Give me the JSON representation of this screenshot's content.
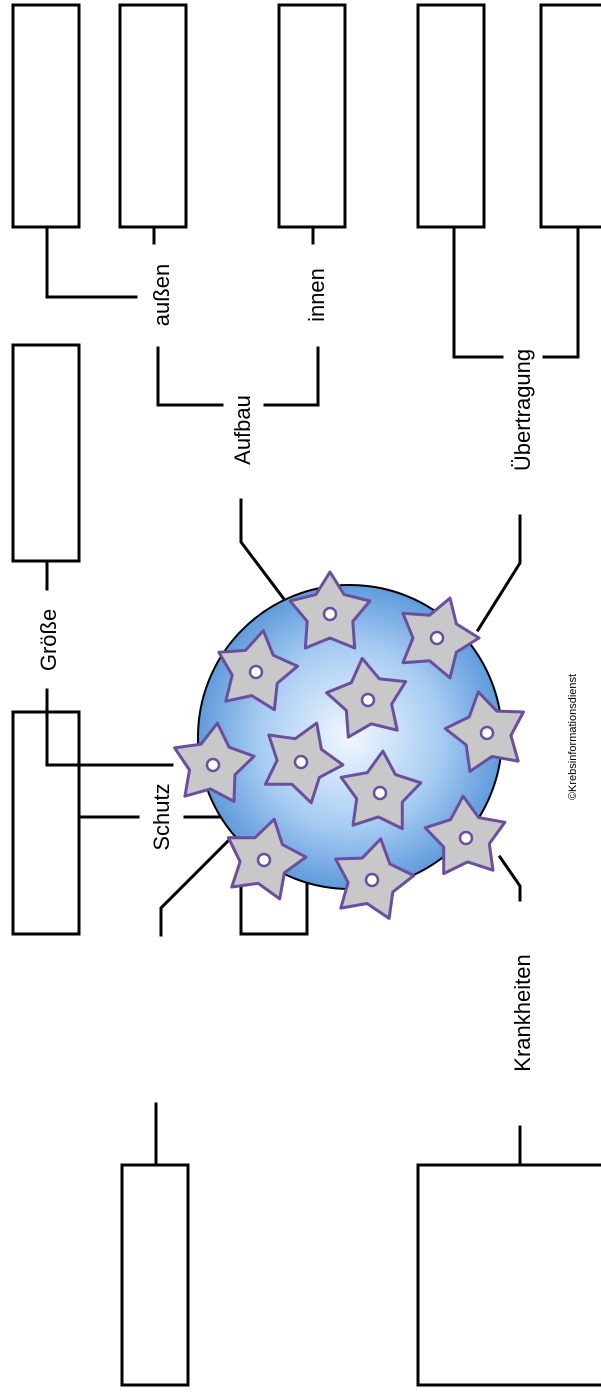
{
  "labels": {
    "groesse": "Größe",
    "schutz": "Schutz",
    "aufbau": "Aufbau",
    "aussen": "außen",
    "innen": "innen",
    "uebertragung": "Übertragung",
    "krankheiten": "Krankheiten"
  },
  "credit": "©Krebsinformationsdienst",
  "colors": {
    "cell_center": "#f2f8ff",
    "cell_mid": "#a6cbf2",
    "cell_edge": "#4d8fd6",
    "spike_fill": "#c8c8c8",
    "spike_stroke": "#6a4fa0",
    "line": "#000000"
  }
}
